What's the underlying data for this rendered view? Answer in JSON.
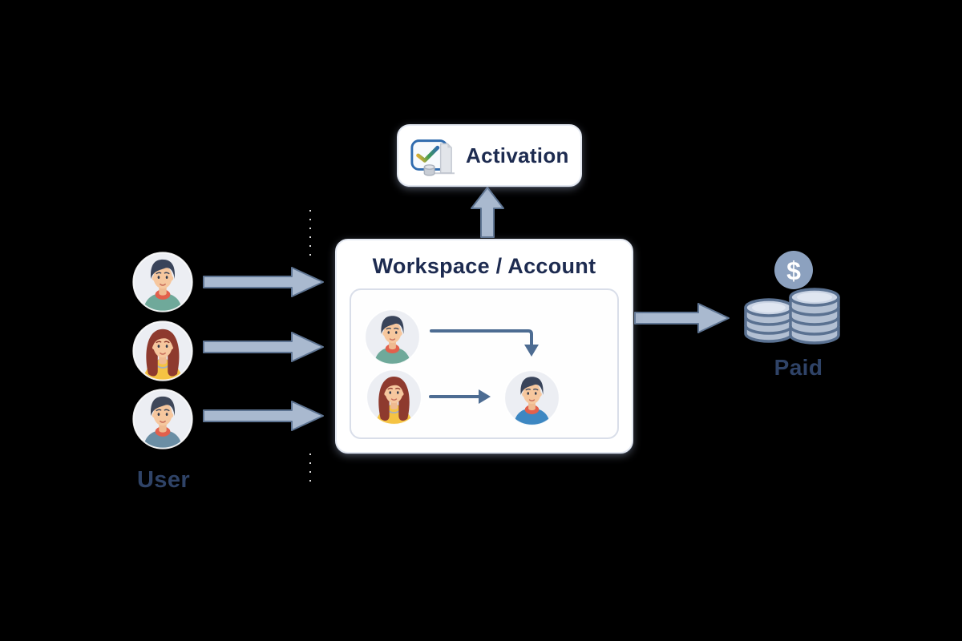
{
  "canvas": {
    "background": "#000000"
  },
  "activation": {
    "label": "Activation",
    "icon": "check-report-icon"
  },
  "workspace": {
    "title": "Workspace / Account",
    "members": [
      {
        "id": "member-teal-man",
        "variant": "man",
        "alt": "man with dark hair and teal shirt",
        "hair": "#39445A",
        "shirt": "#6FA99A"
      },
      {
        "id": "member-yellow-woman",
        "variant": "woman",
        "alt": "woman with auburn hair and yellow shirt",
        "hair": "#8E3A2E",
        "shirt": "#F5C343"
      },
      {
        "id": "member-blue-man",
        "variant": "man",
        "alt": "man with dark hair and blue shirt",
        "hair": "#39445A",
        "shirt": "#3D87C2"
      }
    ]
  },
  "users": {
    "label": "User",
    "avatars": [
      {
        "id": "user-teal-man",
        "variant": "man",
        "alt": "man with dark hair and teal shirt",
        "hair": "#39445A",
        "shirt": "#6FA99A"
      },
      {
        "id": "user-yellow-woman",
        "variant": "woman",
        "alt": "woman with auburn hair and yellow shirt",
        "hair": "#8E3A2E",
        "shirt": "#F5C343"
      },
      {
        "id": "user-slate-man",
        "variant": "man",
        "alt": "man with dark hair and blue-gray shirt",
        "hair": "#3E4759",
        "shirt": "#6B8EA4"
      }
    ]
  },
  "paid": {
    "label": "Paid",
    "currency_symbol": "$",
    "icon": "coin-stacks-icon"
  },
  "colors": {
    "canvas_background": "#000000",
    "card_background": "#FFFFFF",
    "card_border": "#E3E8F1",
    "heading_text": "#1D2B50",
    "label_text": "#2F4367",
    "flow_arrow_fill": "#A9B9CF",
    "flow_arrow_stroke": "#5E7492",
    "inner_arrow": "#4D6C92",
    "coin_fill": "#B3C0D3",
    "coin_top": "#CBD5E5",
    "coin_top_inner": "#DFE6F1",
    "coin_outline": "#5A7191",
    "dollar_circle": "#8CA1BF",
    "skin": "#F6C79E",
    "avatar_bg": "#ECEEF3",
    "collar": "#E2604C"
  }
}
